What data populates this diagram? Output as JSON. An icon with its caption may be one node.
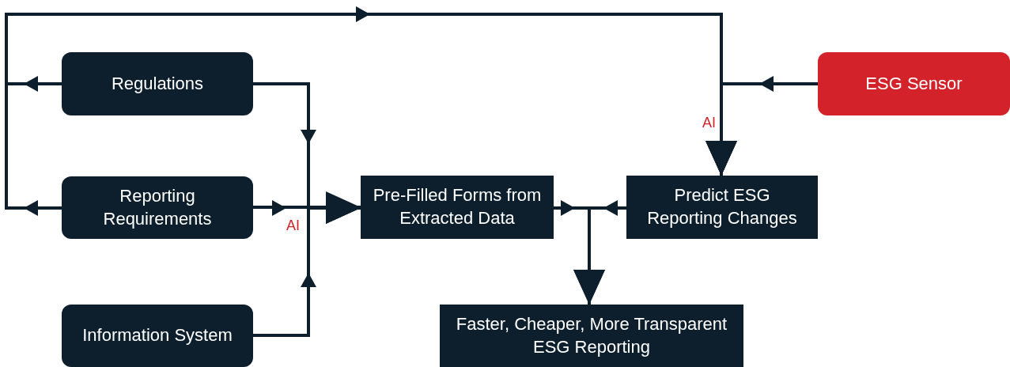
{
  "diagram": {
    "nodes": [
      {
        "text": [
          "Regulations"
        ]
      },
      {
        "text": [
          "Reporting Requirements"
        ]
      },
      {
        "text": [
          "Information System"
        ]
      },
      {
        "text": [
          "Pre-Filled Forms from Extracted Data"
        ]
      },
      {
        "text": [
          "Predict ESG Reporting Changes"
        ]
      },
      {
        "text": [
          "ESG Sensor"
        ]
      },
      {
        "text": [
          "Faster, Cheaper, More Transparent ESG Reporting"
        ]
      }
    ],
    "edges": [
      {
        "from": 0,
        "to": 4,
        "arrow": "to"
      },
      {
        "from": 1,
        "to": 4,
        "arrow": "to"
      },
      {
        "from": 5,
        "to": 4,
        "arrow": "to",
        "label": "AI"
      },
      {
        "from": 0,
        "to": 3,
        "arrow": "to"
      },
      {
        "from": 1,
        "to": 3,
        "arrow": "to",
        "label": "AI"
      },
      {
        "from": 2,
        "to": 3,
        "arrow": "to"
      },
      {
        "from": 3,
        "to": 6,
        "arrow": "to"
      },
      {
        "from": 4,
        "to": 6,
        "arrow": "to"
      }
    ]
  }
}
